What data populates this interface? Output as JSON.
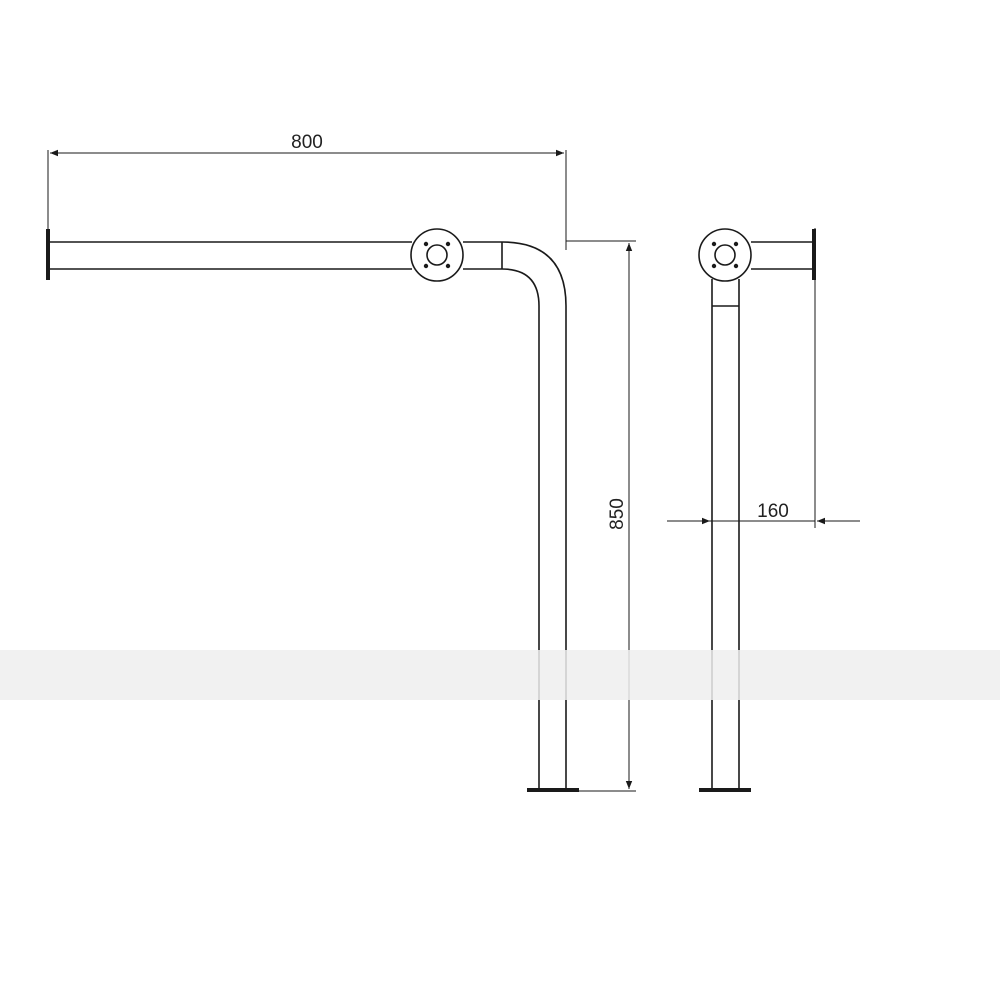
{
  "dimensions": {
    "width_label": "800",
    "height_label": "850",
    "depth_label": "160"
  },
  "colors": {
    "line": "#1a1a1a",
    "background": "#ffffff",
    "watermark_band": "#eeeeee"
  }
}
